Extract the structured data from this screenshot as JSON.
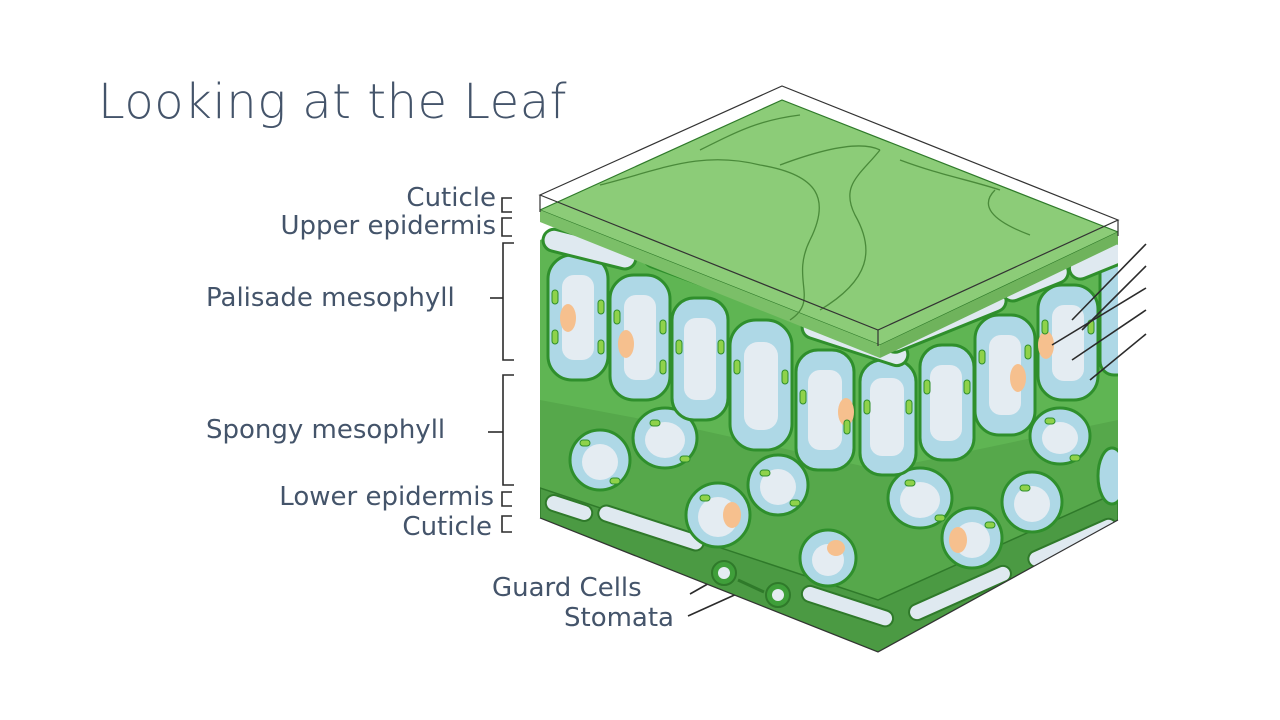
{
  "slide": {
    "title": "Looking at the Leaf"
  },
  "labels": {
    "cuticle_top": "Cuticle",
    "upper_epidermis": "Upper epidermis",
    "palisade": "Palisade mesophyll",
    "spongy": "Spongy mesophyll",
    "lower_epidermis": "Lower epidermis",
    "cuticle_bottom": "Cuticle",
    "guard_cells": "Guard Cells",
    "stomata": "Stomata"
  },
  "colors": {
    "text": "#44546a",
    "leaf_top": "#8ccc78",
    "cell_wall": "#3f9f3a",
    "tissue": "#62b657",
    "vacuole": "#e4ecf2",
    "cytoplasm": "#aed8e6",
    "chloroplast": "#8fd24a",
    "nucleus": "#f6c08e"
  }
}
